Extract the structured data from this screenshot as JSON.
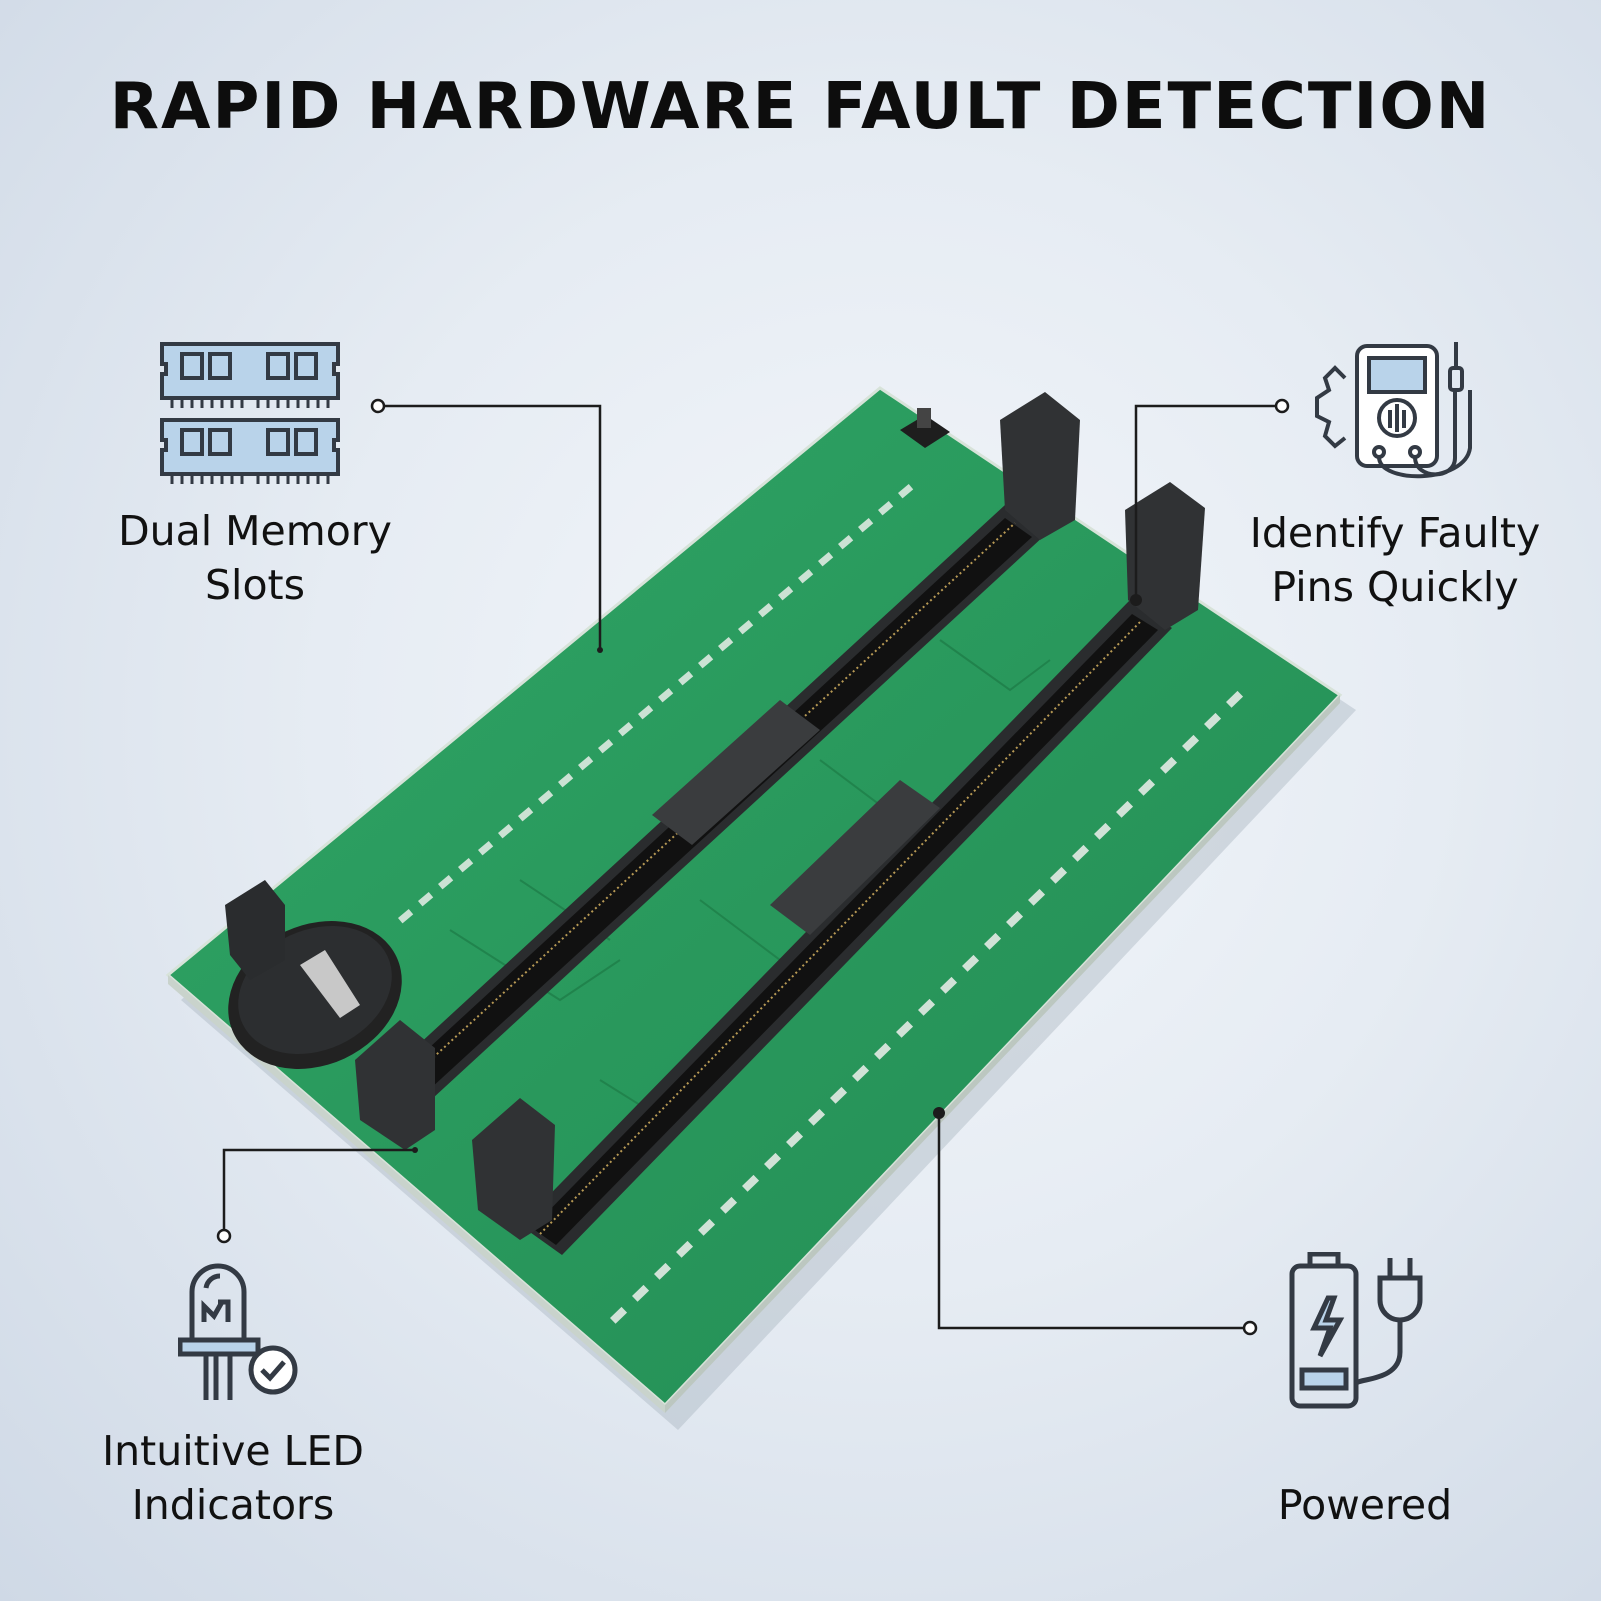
{
  "title": "RAPID HARDWARE FAULT DETECTION",
  "features": {
    "dual_memory": {
      "line1": "Dual Memory",
      "line2": "Slots",
      "icon": "ram-module-icon"
    },
    "faulty_pins": {
      "line1": "Identify Faulty",
      "line2": "Pins Quickly",
      "icon": "multimeter-gear-icon"
    },
    "led": {
      "line1": "Intuitive LED",
      "line2": "Indicators",
      "icon": "led-check-icon"
    },
    "powered": {
      "line1": "Powered",
      "icon": "battery-plug-icon"
    }
  },
  "colors": {
    "pcb": "#27965a",
    "pcb_dark": "#1f7f4b",
    "slot": "#2a2c2e",
    "icon_fill": "#b9d3ea",
    "icon_stroke": "#333a44"
  }
}
